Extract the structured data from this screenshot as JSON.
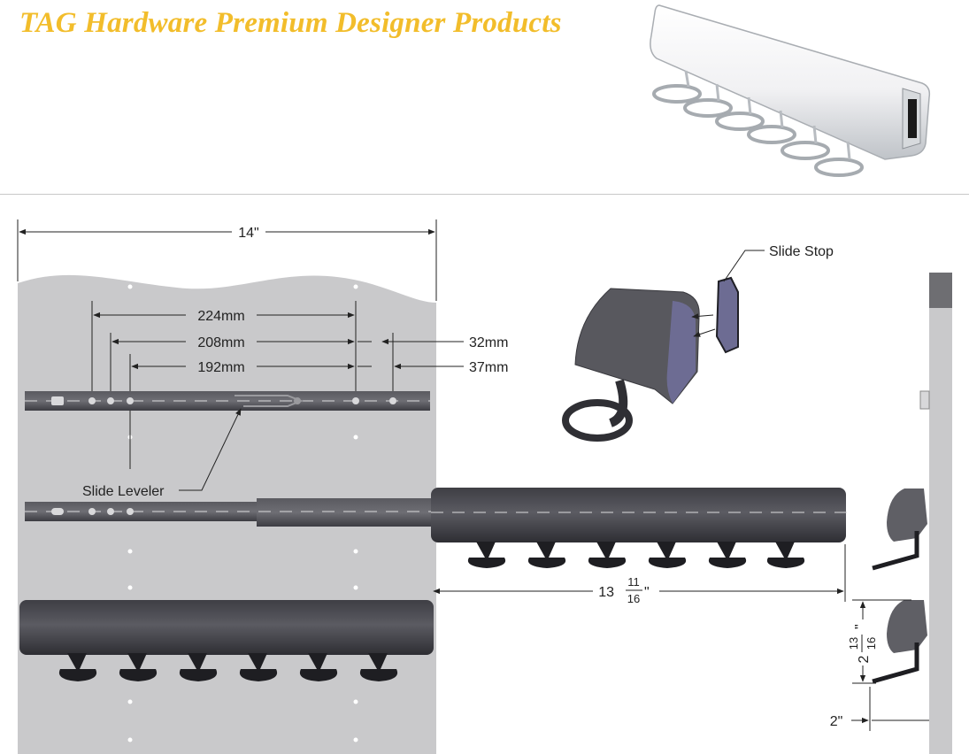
{
  "header": {
    "title": "TAG Hardware Premium Designer Products"
  },
  "dimensions": {
    "overall_width": "14\"",
    "hole_224": "224mm",
    "hole_208": "208mm",
    "hole_192": "192mm",
    "offset_32": "32mm",
    "offset_37": "37mm",
    "extension_whole": "13",
    "extension_num": "11",
    "extension_den": "16",
    "extension_unit": "\"",
    "height_whole": "2",
    "height_num": "13",
    "height_den": "16",
    "height_unit": "\"",
    "clearance": "2\""
  },
  "labels": {
    "slide_stop": "Slide Stop",
    "slide_leveler": "Slide Leveler"
  },
  "colors": {
    "title": "#f2bd2b",
    "panel": "#c9c9cb",
    "rail": "#4a4a4f",
    "stop_accent": "#6d6c93"
  },
  "icons": [
    "chrome-rack-photo",
    "ring-hook-icon",
    "slide-stop-icon"
  ]
}
